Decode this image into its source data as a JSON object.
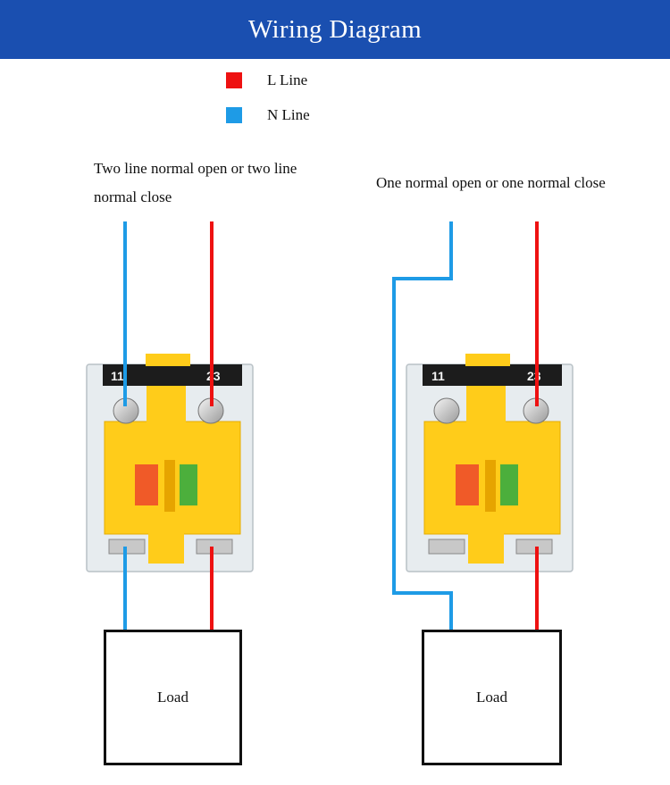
{
  "header": {
    "title": "Wiring Diagram"
  },
  "legend": [
    {
      "label": "L Line",
      "color": "#ee1111"
    },
    {
      "label": "N Line",
      "color": "#1e9be6"
    }
  ],
  "left_diagram": {
    "caption_line1": "Two line normal open or two line",
    "caption_line2": "normal close",
    "terminal_left": "11",
    "terminal_right": "23",
    "load_label": "Load"
  },
  "right_diagram": {
    "caption": "One normal open or one normal close",
    "terminal_left": "11",
    "terminal_right": "23",
    "load_label": "Load"
  },
  "colors": {
    "header_bg": "#1a4fb0",
    "l_line": "#ee1111",
    "n_line": "#1e9be6",
    "switch_body": "#ffcc1a"
  }
}
